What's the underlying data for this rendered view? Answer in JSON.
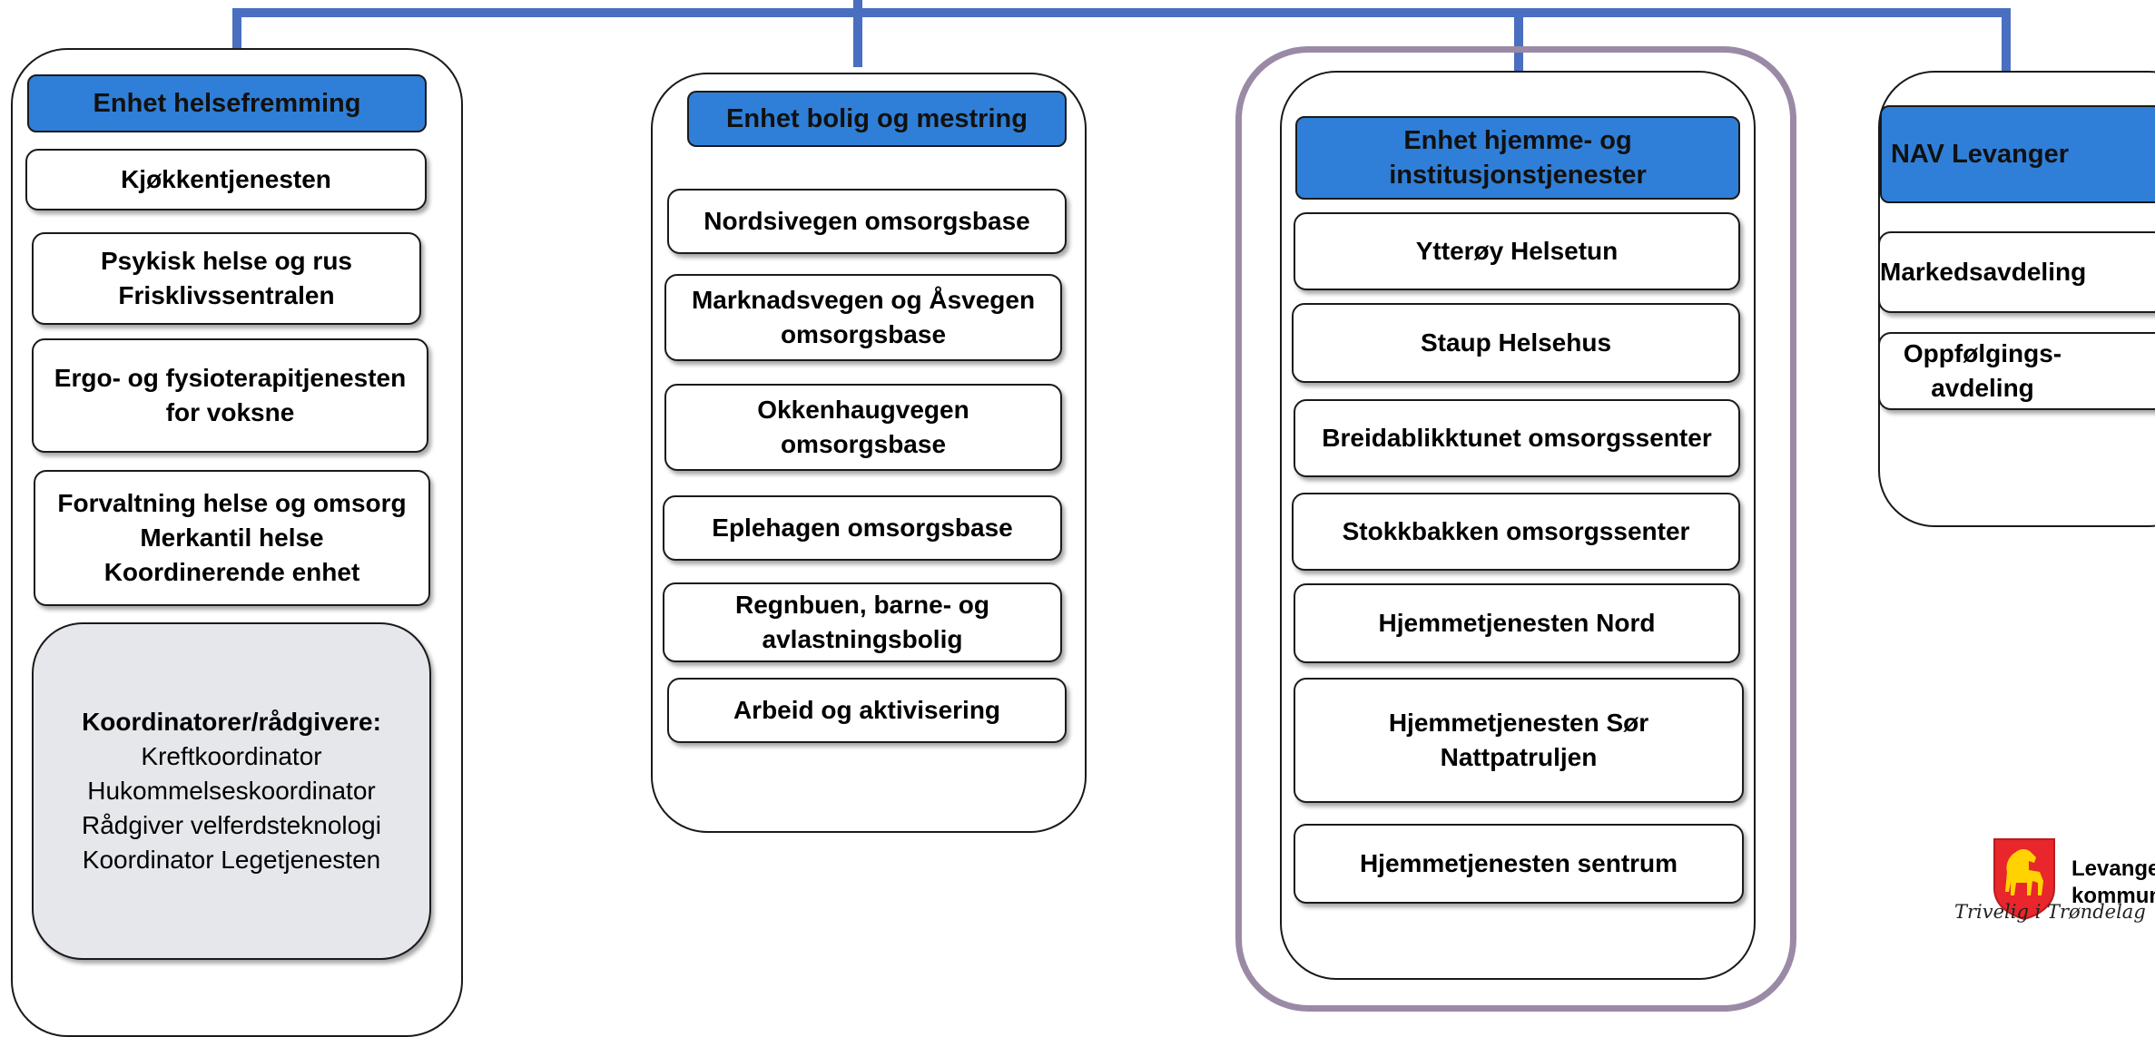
{
  "units": [
    {
      "header": "Enhet helsefremming",
      "items": [
        "Kjøkkentjenesten",
        "Psykisk helse og rus\nFrisklivssentralen",
        "Ergo- og fysioterapitjenesten\nfor voksne",
        "Forvaltning helse og omsorg\nMerkantil helse\nKoordinerende enhet"
      ],
      "coordinators": {
        "title": "Koordinatorer/rådgivere:",
        "lines": [
          "Kreftkoordinator",
          "Hukommelseskoordinator",
          "Rådgiver velferdsteknologi",
          "Koordinator Legetjenesten"
        ]
      }
    },
    {
      "header": "Enhet bolig og mestring",
      "items": [
        "Nordsivegen omsorgsbase",
        "Marknadsvegen og Åsvegen\nomsorgsbase",
        "Okkenhaugvegen\nomsorgsbase",
        "Eplehagen omsorgsbase",
        "Regnbuen, barne- og\navlastningsbolig",
        "Arbeid og aktivisering"
      ]
    },
    {
      "header": "Enhet hjemme- og\ninstitusjonstjenester",
      "items": [
        "Ytterøy Helsetun",
        "Staup Helsehus",
        "Breidablikktunet omsorgssenter",
        "Stokkbakken omsorgssenter",
        "Hjemmetjenesten Nord",
        "Hjemmetjenesten Sør\nNattpatruljen",
        "Hjemmetjenesten sentrum"
      ]
    },
    {
      "header": "NAV Levanger",
      "items": [
        "Markedsavdeling",
        "Oppfølgings-\navdeling"
      ]
    }
  ],
  "logo": {
    "name": "Levange\nkommun",
    "tagline": "Trivelig i Trøndelag"
  },
  "colors": {
    "header_fill": "#2f7fd8",
    "connector": "#4a6fc0",
    "highlight_frame": "#9a8aa6",
    "coordinator_fill": "#e5e7ea",
    "logo_shield": "#e8262b",
    "logo_horse": "#ffd200"
  }
}
